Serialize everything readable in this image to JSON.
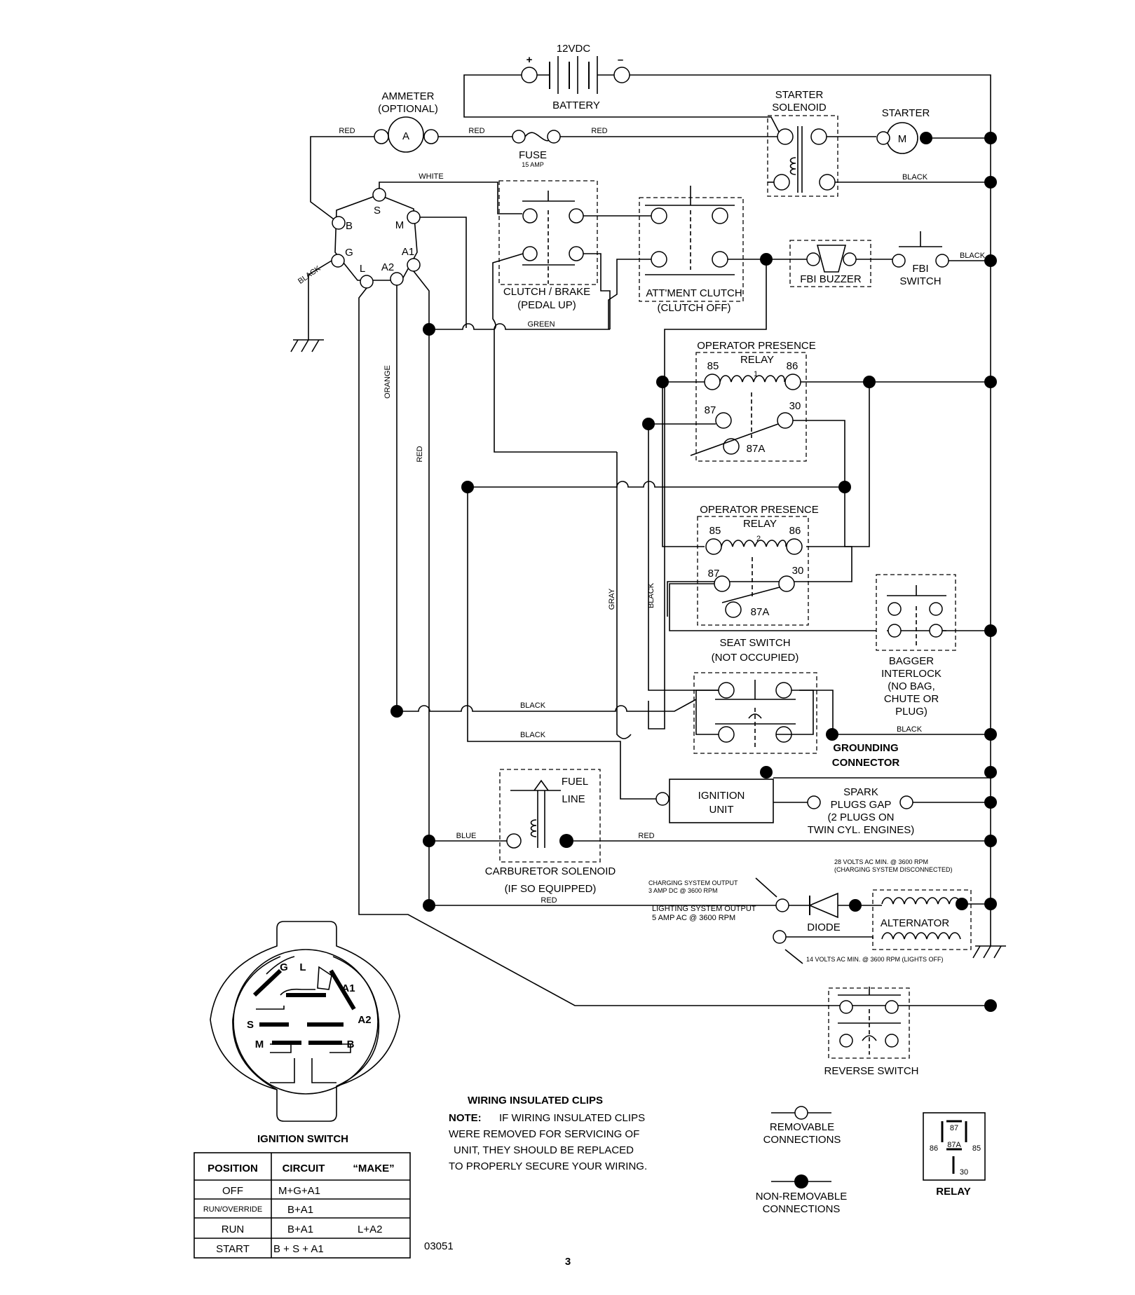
{
  "battery": {
    "voltage": "12VDC",
    "label": "BATTERY",
    "plus": "+",
    "minus": "–"
  },
  "ammeter": {
    "label1": "AMMETER",
    "label2": "(OPTIONAL)",
    "symbol": "A"
  },
  "fuse": {
    "label": "FUSE",
    "rating": "15 AMP"
  },
  "starter_solenoid": {
    "label1": "STARTER",
    "label2": "SOLENOID"
  },
  "starter": {
    "label": "STARTER",
    "symbol": "M"
  },
  "wires": {
    "red": "RED",
    "white": "WHITE",
    "black": "BLACK",
    "green": "GREEN",
    "orange": "ORANGE",
    "gray": "GRAY",
    "blue": "BLUE"
  },
  "ignition_terminals": {
    "b": "B",
    "s": "S",
    "m": "M",
    "g": "G",
    "l": "L",
    "a2": "A2",
    "a1": "A1"
  },
  "clutch_brake": {
    "label1": "CLUTCH / BRAKE",
    "label2": "(PEDAL UP)"
  },
  "attment_clutch": {
    "label1": "ATT'MENT CLUTCH",
    "label2": "(CLUTCH OFF)"
  },
  "fbi_buzzer": {
    "label": "FBI BUZZER"
  },
  "fbi_switch": {
    "label1": "FBI",
    "label2": "SWITCH"
  },
  "relay1": {
    "label1": "OPERATOR PRESENCE",
    "label2": "RELAY",
    "num": "1",
    "t85": "85",
    "t86": "86",
    "t87": "87",
    "t30": "30",
    "t87a": "87A"
  },
  "relay2": {
    "label1": "OPERATOR PRESENCE",
    "label2": "RELAY",
    "num": "2",
    "t85": "85",
    "t86": "86",
    "t87": "87",
    "t30": "30",
    "t87a": "87A"
  },
  "seat_switch": {
    "label1": "SEAT SWITCH",
    "label2": "(NOT OCCUPIED)"
  },
  "bagger": {
    "label1": "BAGGER",
    "label2": "INTERLOCK",
    "label3": "(NO BAG,",
    "label4": "CHUTE OR",
    "label5": "PLUG)"
  },
  "grounding": {
    "label1": "GROUNDING",
    "label2": "CONNECTOR"
  },
  "fuel_line": {
    "label1": "FUEL",
    "label2": "LINE"
  },
  "ignition_unit": {
    "label1": "IGNITION",
    "label2": "UNIT"
  },
  "spark": {
    "label1": "SPARK",
    "label2": "PLUGS GAP",
    "label3": "(2 PLUGS ON",
    "label4": "TWIN CYL. ENGINES)"
  },
  "carb": {
    "label1": "CARBURETOR SOLENOID",
    "label2": "(IF SO EQUIPPED)"
  },
  "charging": {
    "label1": "CHARGING SYSTEM OUTPUT",
    "label2": "3 AMP DC @ 3600 RPM"
  },
  "lighting": {
    "label1": "LIGHTING SYSTEM OUTPUT",
    "label2": "5 AMP AC @ 3600 RPM"
  },
  "alt_note1": {
    "label1": "28 VOLTS AC MIN. @ 3600 RPM",
    "label2": "(CHARGING SYSTEM DISCONNECTED)"
  },
  "alt_note2": "14 VOLTS AC MIN. @ 3600 RPM (LIGHTS OFF)",
  "diode": {
    "label": "DIODE"
  },
  "alternator": {
    "label": "ALTERNATOR"
  },
  "reverse_switch": {
    "label": "REVERSE SWITCH"
  },
  "ign_switch_view": {
    "g": "G",
    "l": "L",
    "a1": "A1",
    "a2": "A2",
    "s": "S",
    "m": "M",
    "b": "B"
  },
  "ignition_switch_title": "IGNITION SWITCH",
  "table": {
    "headers": [
      "POSITION",
      "CIRCUIT",
      "“MAKE”"
    ],
    "rows": [
      {
        "position": "OFF",
        "circuit": "M+G+A1",
        "extra": ""
      },
      {
        "position": "RUN/OVERRIDE",
        "circuit": "B+A1",
        "extra": ""
      },
      {
        "position": "RUN",
        "circuit": "B+A1",
        "extra": "L+A2"
      },
      {
        "position": "START",
        "circuit": "B + S + A1",
        "extra": ""
      }
    ]
  },
  "clips": {
    "title": "WIRING INSULATED CLIPS",
    "note_bold": "NOTE:",
    "line1": "IF WIRING INSULATED CLIPS",
    "line2": "WERE REMOVED FOR SERVICING OF",
    "line3": "UNIT, THEY SHOULD BE REPLACED",
    "line4": "TO PROPERLY SECURE YOUR WIRING."
  },
  "legend": {
    "removable1": "REMOVABLE",
    "removable2": "CONNECTIONS",
    "nonremovable1": "NON-REMOVABLE",
    "nonremovable2": "CONNECTIONS"
  },
  "relay_legend": {
    "label": "RELAY",
    "t87": "87",
    "t87a": "87A",
    "t86": "86",
    "t85": "85",
    "t30": "30"
  },
  "doc_number": "03051",
  "page_number": "3"
}
